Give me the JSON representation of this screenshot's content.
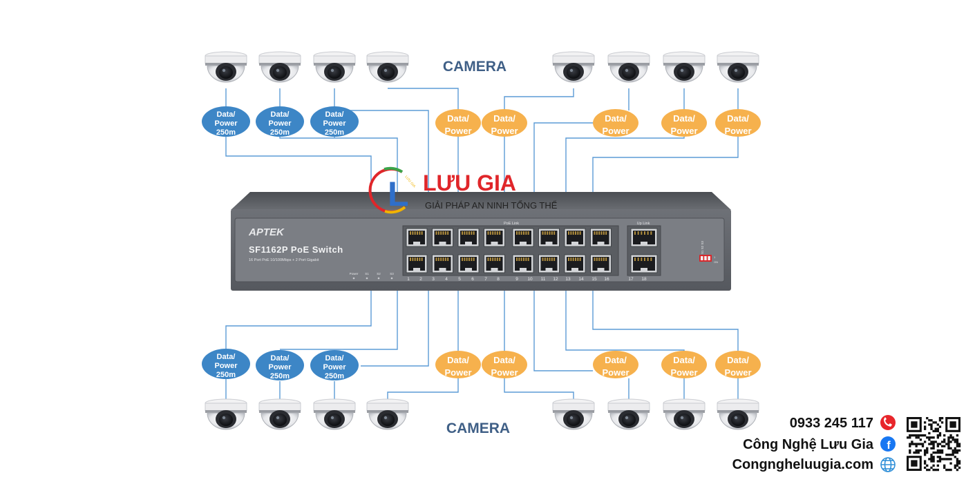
{
  "top_heading": "CAMERA",
  "bottom_heading": "CAMERA",
  "badge_blue": {
    "line1": "Data/",
    "line2": "Power",
    "line3": "250m"
  },
  "badge_orange": {
    "line1": "Data/",
    "line2": "Power"
  },
  "brand": {
    "name": "LƯU GIA",
    "tagline": "GIẢI PHÁP AN NINH TỔNG THỂ",
    "logo_letter": "L",
    "logo_arc_text": "LƯU GIA"
  },
  "switch": {
    "brand": "APTEK",
    "model": "SF1162P PoE Switch",
    "spec": "16 Port PoE 10/100Mbps + 2 Port Gigabit",
    "poe_label": "PoE Link",
    "uplink_label": "Up Link",
    "led_labels": [
      "Power",
      "S1",
      "S2",
      "S3"
    ],
    "port_numbers": [
      "1",
      "2",
      "3",
      "4",
      "5",
      "6",
      "7",
      "8",
      "9",
      "10",
      "11",
      "12",
      "13",
      "14",
      "15",
      "16"
    ],
    "uplink_numbers": [
      "17",
      "18"
    ],
    "dip_labels": [
      "S1 S2 S3"
    ],
    "dip_side": [
      "1",
      "ON"
    ]
  },
  "contact": {
    "phone": "0933 245 117",
    "company": "Công Nghệ Lưu Gia",
    "website": "Congngheluugia.com"
  },
  "icons": {
    "phone": "phone-icon",
    "facebook": "facebook-icon",
    "web": "globe-icon",
    "qr": "qr-code-icon"
  },
  "colors": {
    "blue_badge": "#3d86c6",
    "orange_badge": "#f6b14d",
    "line": "#5b9bd5",
    "heading": "#3f5f86",
    "brand_red": "#e0262a"
  }
}
